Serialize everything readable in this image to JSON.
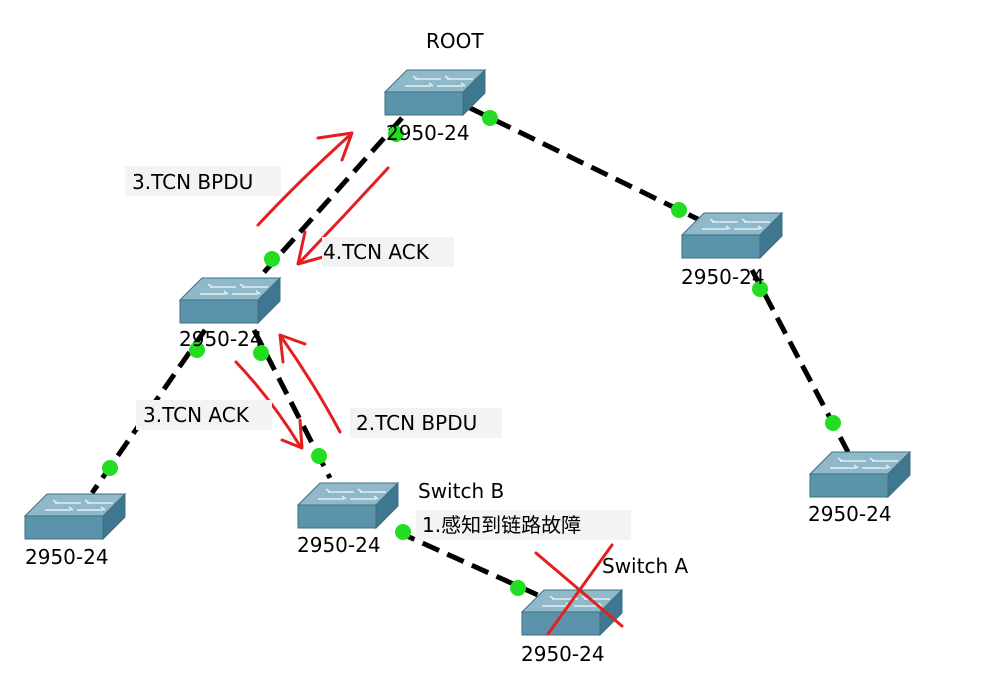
{
  "nodes": {
    "root": {
      "title": "ROOT",
      "model": "2950-24"
    },
    "mid_left": {
      "model": "2950-24"
    },
    "right_upper": {
      "model": "2950-24"
    },
    "right_lower": {
      "model": "2950-24"
    },
    "bottom_left": {
      "model": "2950-24"
    },
    "switch_b": {
      "title": "Switch B",
      "model": "2950-24"
    },
    "switch_a": {
      "title": "Switch A",
      "model": "2950-24"
    }
  },
  "annotations": {
    "step1": "1.感知到链路故障",
    "step2": "2.TCN BPDU",
    "step3_bpdu": "3.TCN BPDU",
    "step3_ack": "3.TCN ACK",
    "step4": "4.TCN ACK"
  },
  "colors": {
    "link": "#000000",
    "port": "#22dd22",
    "arrow": "#e51f1f",
    "switch_top": "#8fb9c9",
    "switch_front": "#4f8aa2"
  }
}
